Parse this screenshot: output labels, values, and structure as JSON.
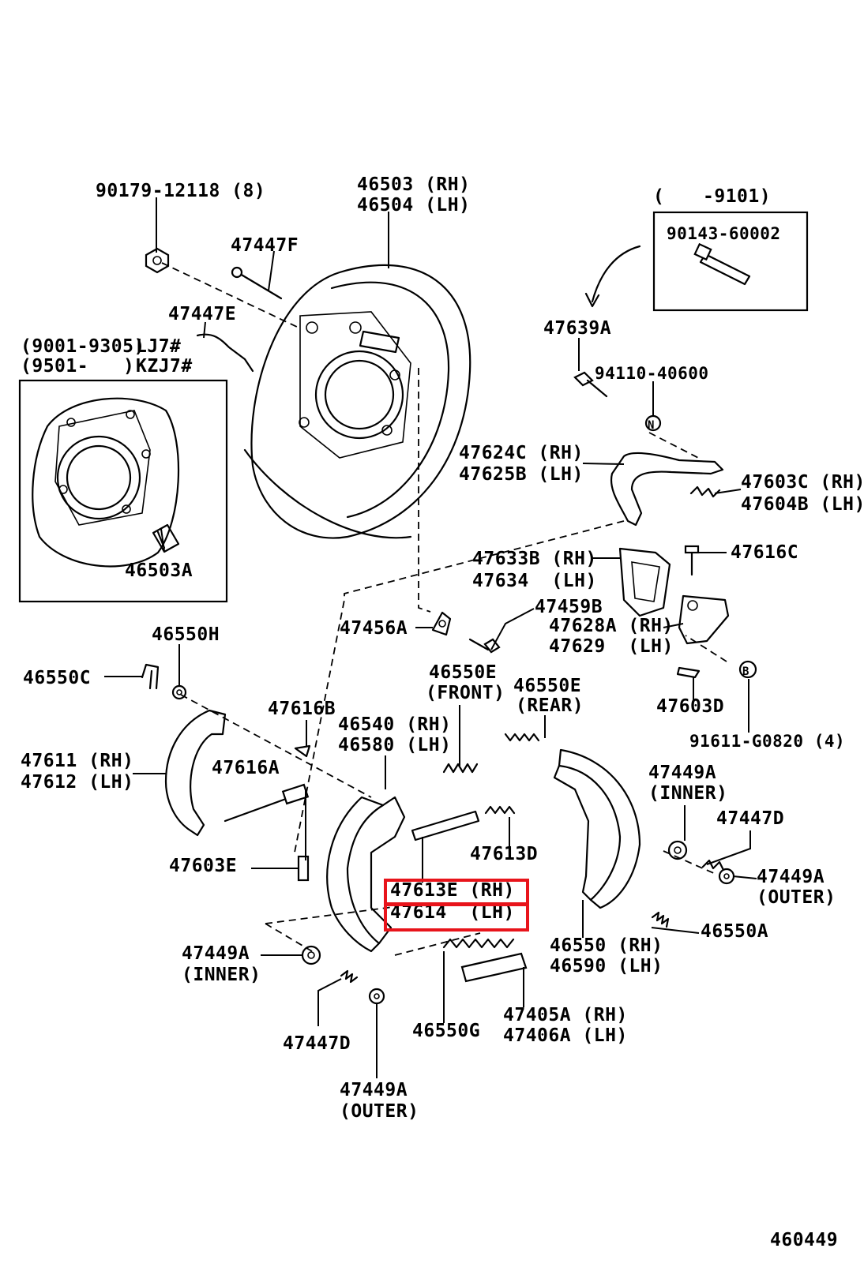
{
  "diagram": {
    "figure_id": "460449",
    "inset_label": {
      "line1_codes": "(9001-9305)",
      "line1_model": "LJ7#",
      "line2_codes": "(9501-",
      "line2_close": ")",
      "line2_model": "KZJ7#"
    },
    "bolt_box_label": {
      "open": "(",
      "range": "-9101)"
    },
    "callouts": {
      "c_90179": "90179-12118 (8)",
      "c_46503": "46503 (RH)",
      "c_46504": "46504 (LH)",
      "c_47447F": "47447F",
      "c_47447E": "47447E",
      "c_90143": "90143-60002",
      "c_47639A": "47639A",
      "c_94110": "94110-40600",
      "c_47624C": "47624C (RH)",
      "c_47625B": "47625B (LH)",
      "c_47603C": "47603C (RH)",
      "c_47604B": "47604B (LH)",
      "c_46503A": "46503A",
      "c_47633B": "47633B (RH)",
      "c_47634": "47634  (LH)",
      "c_47616C": "47616C",
      "c_47459B": "47459B",
      "c_47456A": "47456A",
      "c_47628A": "47628A (RH)",
      "c_47629": "47629  (LH)",
      "c_46550H": "46550H",
      "c_46550C": "46550C",
      "c_46550E_front": "46550E",
      "c_front": "(FRONT)",
      "c_46550E_rear": "46550E",
      "c_rear": "(REAR)",
      "c_47603D": "47603D",
      "c_91611": "91611-G0820 (4)",
      "c_47616B": "47616B",
      "c_46540": "46540 (RH)",
      "c_46580": "46580 (LH)",
      "c_47611": "47611 (RH)",
      "c_47612": "47612 (LH)",
      "c_47616A": "47616A",
      "c_47449A_inner_r": "47449A",
      "c_inner_r": "(INNER)",
      "c_47447D_r": "47447D",
      "c_47613D": "47613D",
      "c_47603E": "47603E",
      "c_47613E": "47613E (RH)",
      "c_47614": "47614  (LH)",
      "c_47449A_outer_r": "47449A",
      "c_outer_r": "(OUTER)",
      "c_46550A": "46550A",
      "c_46550": "46550 (RH)",
      "c_46590": "46590 (LH)",
      "c_47449A_inner_l": "47449A",
      "c_inner_l": "(INNER)",
      "c_47405A": "47405A (RH)",
      "c_47406A": "47406A (LH)",
      "c_46550G": "46550G",
      "c_47447D_l": "47447D",
      "c_47449A_outer_l": "47449A",
      "c_outer_l": "(OUTER)"
    },
    "markers": {
      "n_marker": "N",
      "b_marker": "B"
    },
    "highlight_color": "#e8141b"
  }
}
